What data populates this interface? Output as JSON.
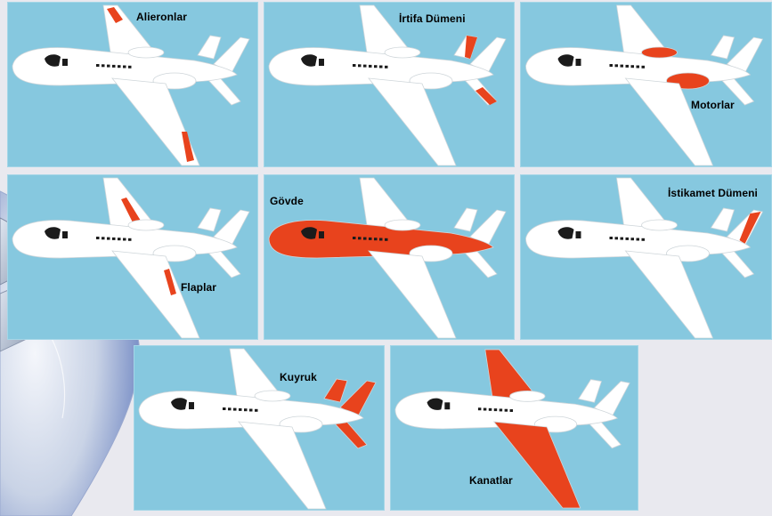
{
  "colors": {
    "sky": "#86c8df",
    "highlight": "#e8431d",
    "plane": "#ffffff",
    "outline": "#cfd6da",
    "background": "#e9e9ef"
  },
  "panels": [
    {
      "id": "ailerons",
      "label": "Alieronlar",
      "highlight": "ailerons"
    },
    {
      "id": "elevator",
      "label": "İrtifa Dümeni",
      "highlight": "elevator"
    },
    {
      "id": "engines",
      "label": "Motorlar",
      "highlight": "engines"
    },
    {
      "id": "flaps",
      "label": "Flaplar",
      "highlight": "flaps"
    },
    {
      "id": "fuselage",
      "label": "Gövde",
      "highlight": "fuselage"
    },
    {
      "id": "rudder",
      "label": "İstikamet Dümeni",
      "highlight": "rudder"
    },
    {
      "id": "tail",
      "label": "Kuyruk",
      "highlight": "tail"
    },
    {
      "id": "wings",
      "label": "Kanatlar",
      "highlight": "wings"
    }
  ]
}
